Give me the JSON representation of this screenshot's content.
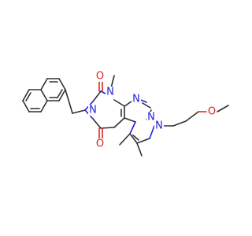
{
  "molecule": {
    "atom_colors": {
      "N": "#2020e0",
      "O": "#e02020",
      "C": "#303030"
    },
    "labels": {
      "n1": "N",
      "n3": "N",
      "n7": "N",
      "n9": "N",
      "n8": "N",
      "o2": "O",
      "o6": "O",
      "o_ether": "O"
    }
  }
}
